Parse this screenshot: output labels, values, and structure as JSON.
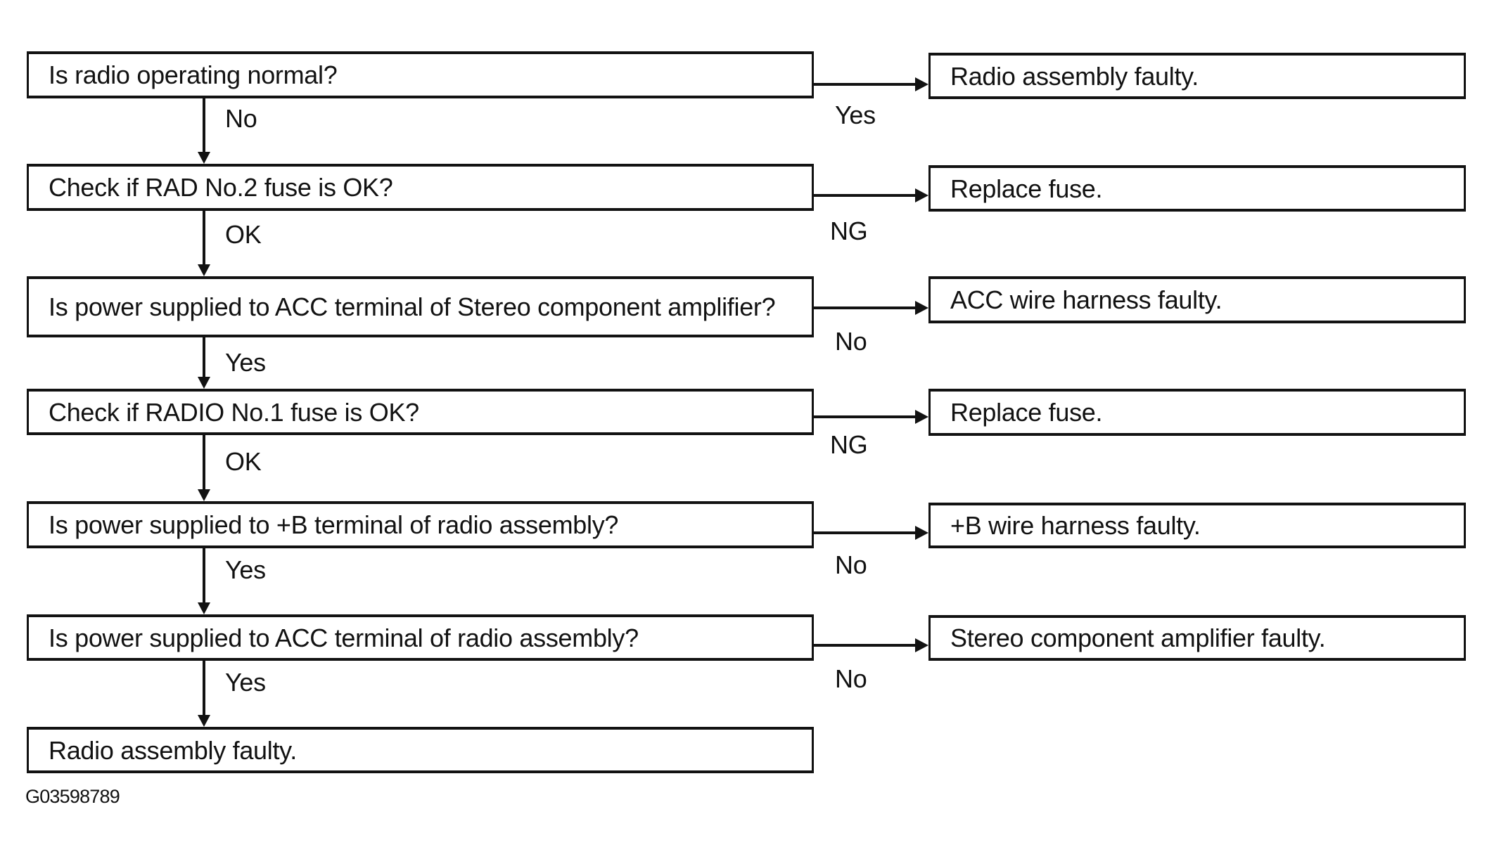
{
  "figure_id": "G03598789",
  "colors": {
    "ink": "#121212",
    "background": "#ffffff"
  },
  "flow": {
    "type": "troubleshooting-flowchart",
    "steps": [
      {
        "question": "Is radio operating normal?",
        "down_label": "No",
        "side_label": "Yes",
        "result": "Radio assembly faulty."
      },
      {
        "question": "Check if RAD No.2 fuse is OK?",
        "down_label": "OK",
        "side_label": "NG",
        "result": "Replace fuse."
      },
      {
        "question": "Is power supplied to ACC terminal of Stereo component amplifier?",
        "down_label": "Yes",
        "side_label": "No",
        "result": "ACC wire harness faulty."
      },
      {
        "question": "Check if RADIO No.1 fuse is OK?",
        "down_label": "OK",
        "side_label": "NG",
        "result": "Replace fuse."
      },
      {
        "question": "Is power supplied to +B terminal of radio assembly?",
        "down_label": "Yes",
        "side_label": "No",
        "result": "+B wire harness faulty."
      },
      {
        "question": "Is power supplied to ACC terminal of radio assembly?",
        "down_label": "Yes",
        "side_label": "No",
        "result": "Stereo component amplifier faulty."
      }
    ],
    "final_result": "Radio assembly faulty."
  }
}
